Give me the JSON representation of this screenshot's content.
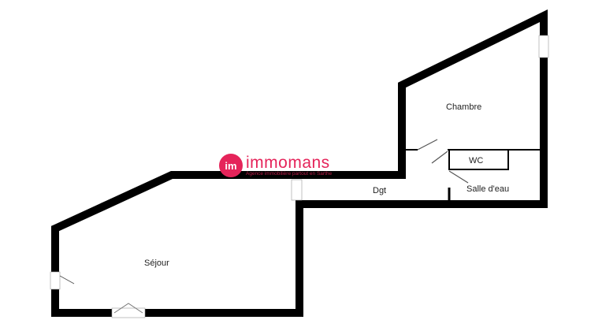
{
  "rooms": {
    "chambre": "Chambre",
    "wc": "WC",
    "dgt": "Dgt",
    "salle_deau": "Salle d'eau",
    "sejour": "Séjour"
  },
  "logo": {
    "brand": "immomans",
    "tagline": "Agence immobilière partout en Sarthe",
    "mark": "im",
    "color": "#e5245a"
  }
}
